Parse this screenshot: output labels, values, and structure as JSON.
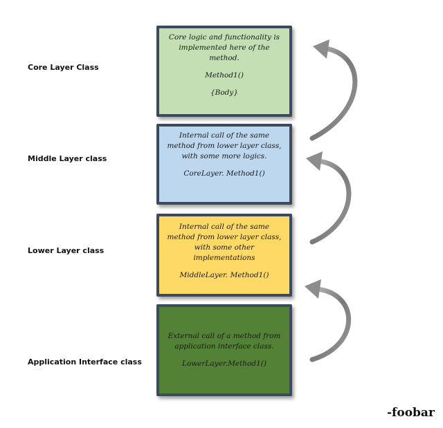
{
  "labels": {
    "core": "Core Layer Class",
    "middle": "Middle Layer class",
    "lower": "Lower Layer class",
    "app": "Application Interface class"
  },
  "boxes": {
    "core": {
      "color": "#c4dfb3",
      "desc_lines": [
        "Core logic and functionality is",
        "implemented here of the",
        "method."
      ],
      "call": "Method1()",
      "body": "{Body}"
    },
    "middle": {
      "color": "#bdd7ee",
      "desc_lines": [
        "Internal call of the same",
        "method from lower layer class,",
        "with some more logics."
      ],
      "call": "CoreLayer. Method1()"
    },
    "lower": {
      "color": "#ffd966",
      "desc_lines": [
        "Internal call of the same",
        "method from lower layer class,",
        "with some other",
        "implementations"
      ],
      "call": "MiddleLayer. Method1()"
    },
    "app": {
      "color": "#538135",
      "desc_lines": [
        "External call of a method from",
        "application interface class."
      ],
      "call": "LowerLayer.Method1()"
    }
  },
  "signature": "-foobar",
  "colors": {
    "border": "#3b4a5c",
    "arrow": "#8a8a8a"
  }
}
